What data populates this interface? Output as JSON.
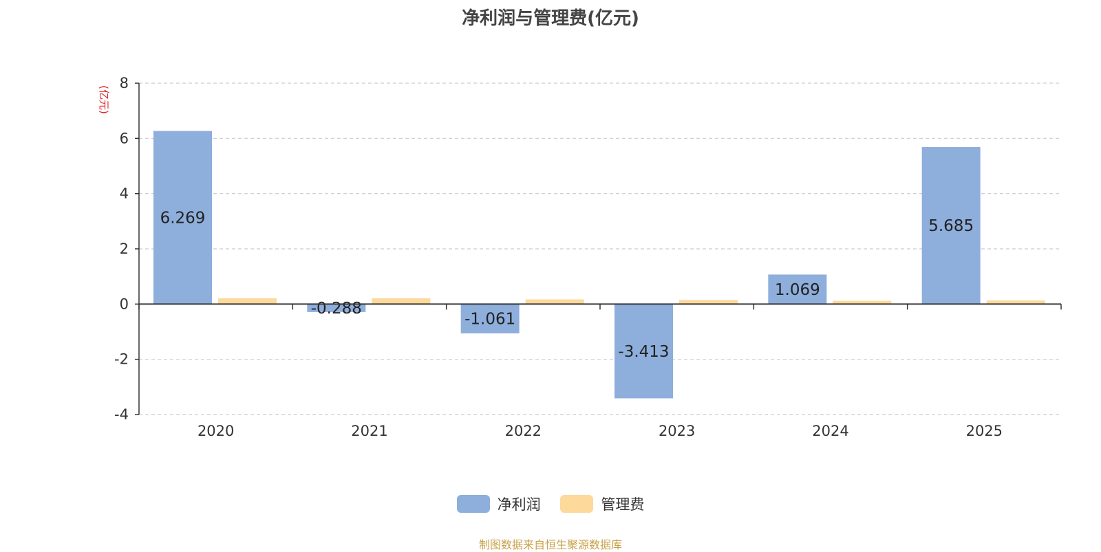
{
  "chart_data": {
    "type": "bar",
    "title": "净利润与管理费(亿元)",
    "ylabel": "(亿元)",
    "xlabel": "",
    "categories": [
      "2020",
      "2021",
      "2022",
      "2023",
      "2024",
      "2025"
    ],
    "ylim": [
      -4,
      8
    ],
    "yticks": [
      8,
      6,
      4,
      2,
      0,
      -2,
      -4
    ],
    "grid": true,
    "legend_position": "bottom",
    "series": [
      {
        "name": "净利润",
        "values": [
          6.269,
          -0.288,
          -1.061,
          -3.413,
          1.069,
          5.685
        ],
        "color": "#8eaedc",
        "labels": [
          "6.269",
          "-0.288",
          "-1.061",
          "-3.413",
          "1.069",
          "5.685"
        ]
      },
      {
        "name": "管理费",
        "values": [
          0.21,
          0.21,
          0.17,
          0.15,
          0.12,
          0.13
        ],
        "color": "#fdd99b"
      }
    ]
  },
  "source": "制图数据来自恒生聚源数据库"
}
